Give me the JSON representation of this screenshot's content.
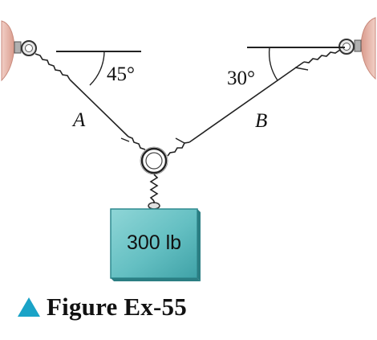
{
  "diagram": {
    "angle_left_label": "45°",
    "angle_right_label": "30°",
    "cable_a_label": "A",
    "cable_b_label": "B",
    "weight_label": "300 lb"
  },
  "caption": {
    "text": "Figure Ex-55",
    "marker_icon": "triangle-up-icon",
    "marker_color": "#1aa3c7"
  },
  "colors": {
    "wall": "#e8b3a6",
    "wall_edge": "#c98a7c",
    "box_fill": "#6cc3c6",
    "box_edge": "#2f8a8f",
    "cable": "#222222"
  }
}
